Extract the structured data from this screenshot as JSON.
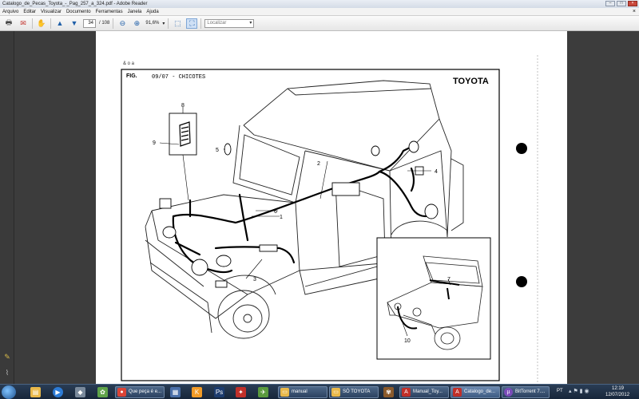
{
  "window": {
    "title": "Catalogo_de_Pecas_Toyota_-_Pag_257_a_324.pdf - Adobe Reader"
  },
  "menu": {
    "items": [
      "Arquivo",
      "Editar",
      "Visualizar",
      "Documento",
      "Ferramentas",
      "Janela",
      "Ajuda"
    ]
  },
  "toolbar": {
    "page_current": "34",
    "page_total": "/ 108",
    "zoom": "91,6%",
    "search_placeholder": "Localizar"
  },
  "drawing": {
    "corner_mark": "& o a",
    "fig_label": "FIG.",
    "fig_title": "09/07  -  CHICOTES",
    "brand": "TOYOTA",
    "callouts": [
      "1",
      "2",
      "3",
      "4",
      "5",
      "6",
      "7",
      "8",
      "9",
      "10"
    ]
  },
  "taskbar": {
    "tasks": [
      {
        "label": "Que peça é e...",
        "color": "#db4437",
        "icon": "chrome-icon"
      },
      {
        "label": "manual",
        "color": "#e8b84a",
        "icon": "folder-icon"
      },
      {
        "label": "SÓ TOYOTA",
        "color": "#e8b84a",
        "icon": "folder-icon"
      },
      {
        "label": "Manual_Toy...",
        "color": "#c0302a",
        "icon": "pdf-icon"
      },
      {
        "label": "Catalogo_de...",
        "color": "#c0302a",
        "icon": "pdf-icon"
      },
      {
        "label": "BitTorrent 7....",
        "color": "#7a4bb8",
        "icon": "bittorrent-icon"
      }
    ],
    "language": "PT",
    "time": "12:19",
    "date": "12/07/2012"
  }
}
